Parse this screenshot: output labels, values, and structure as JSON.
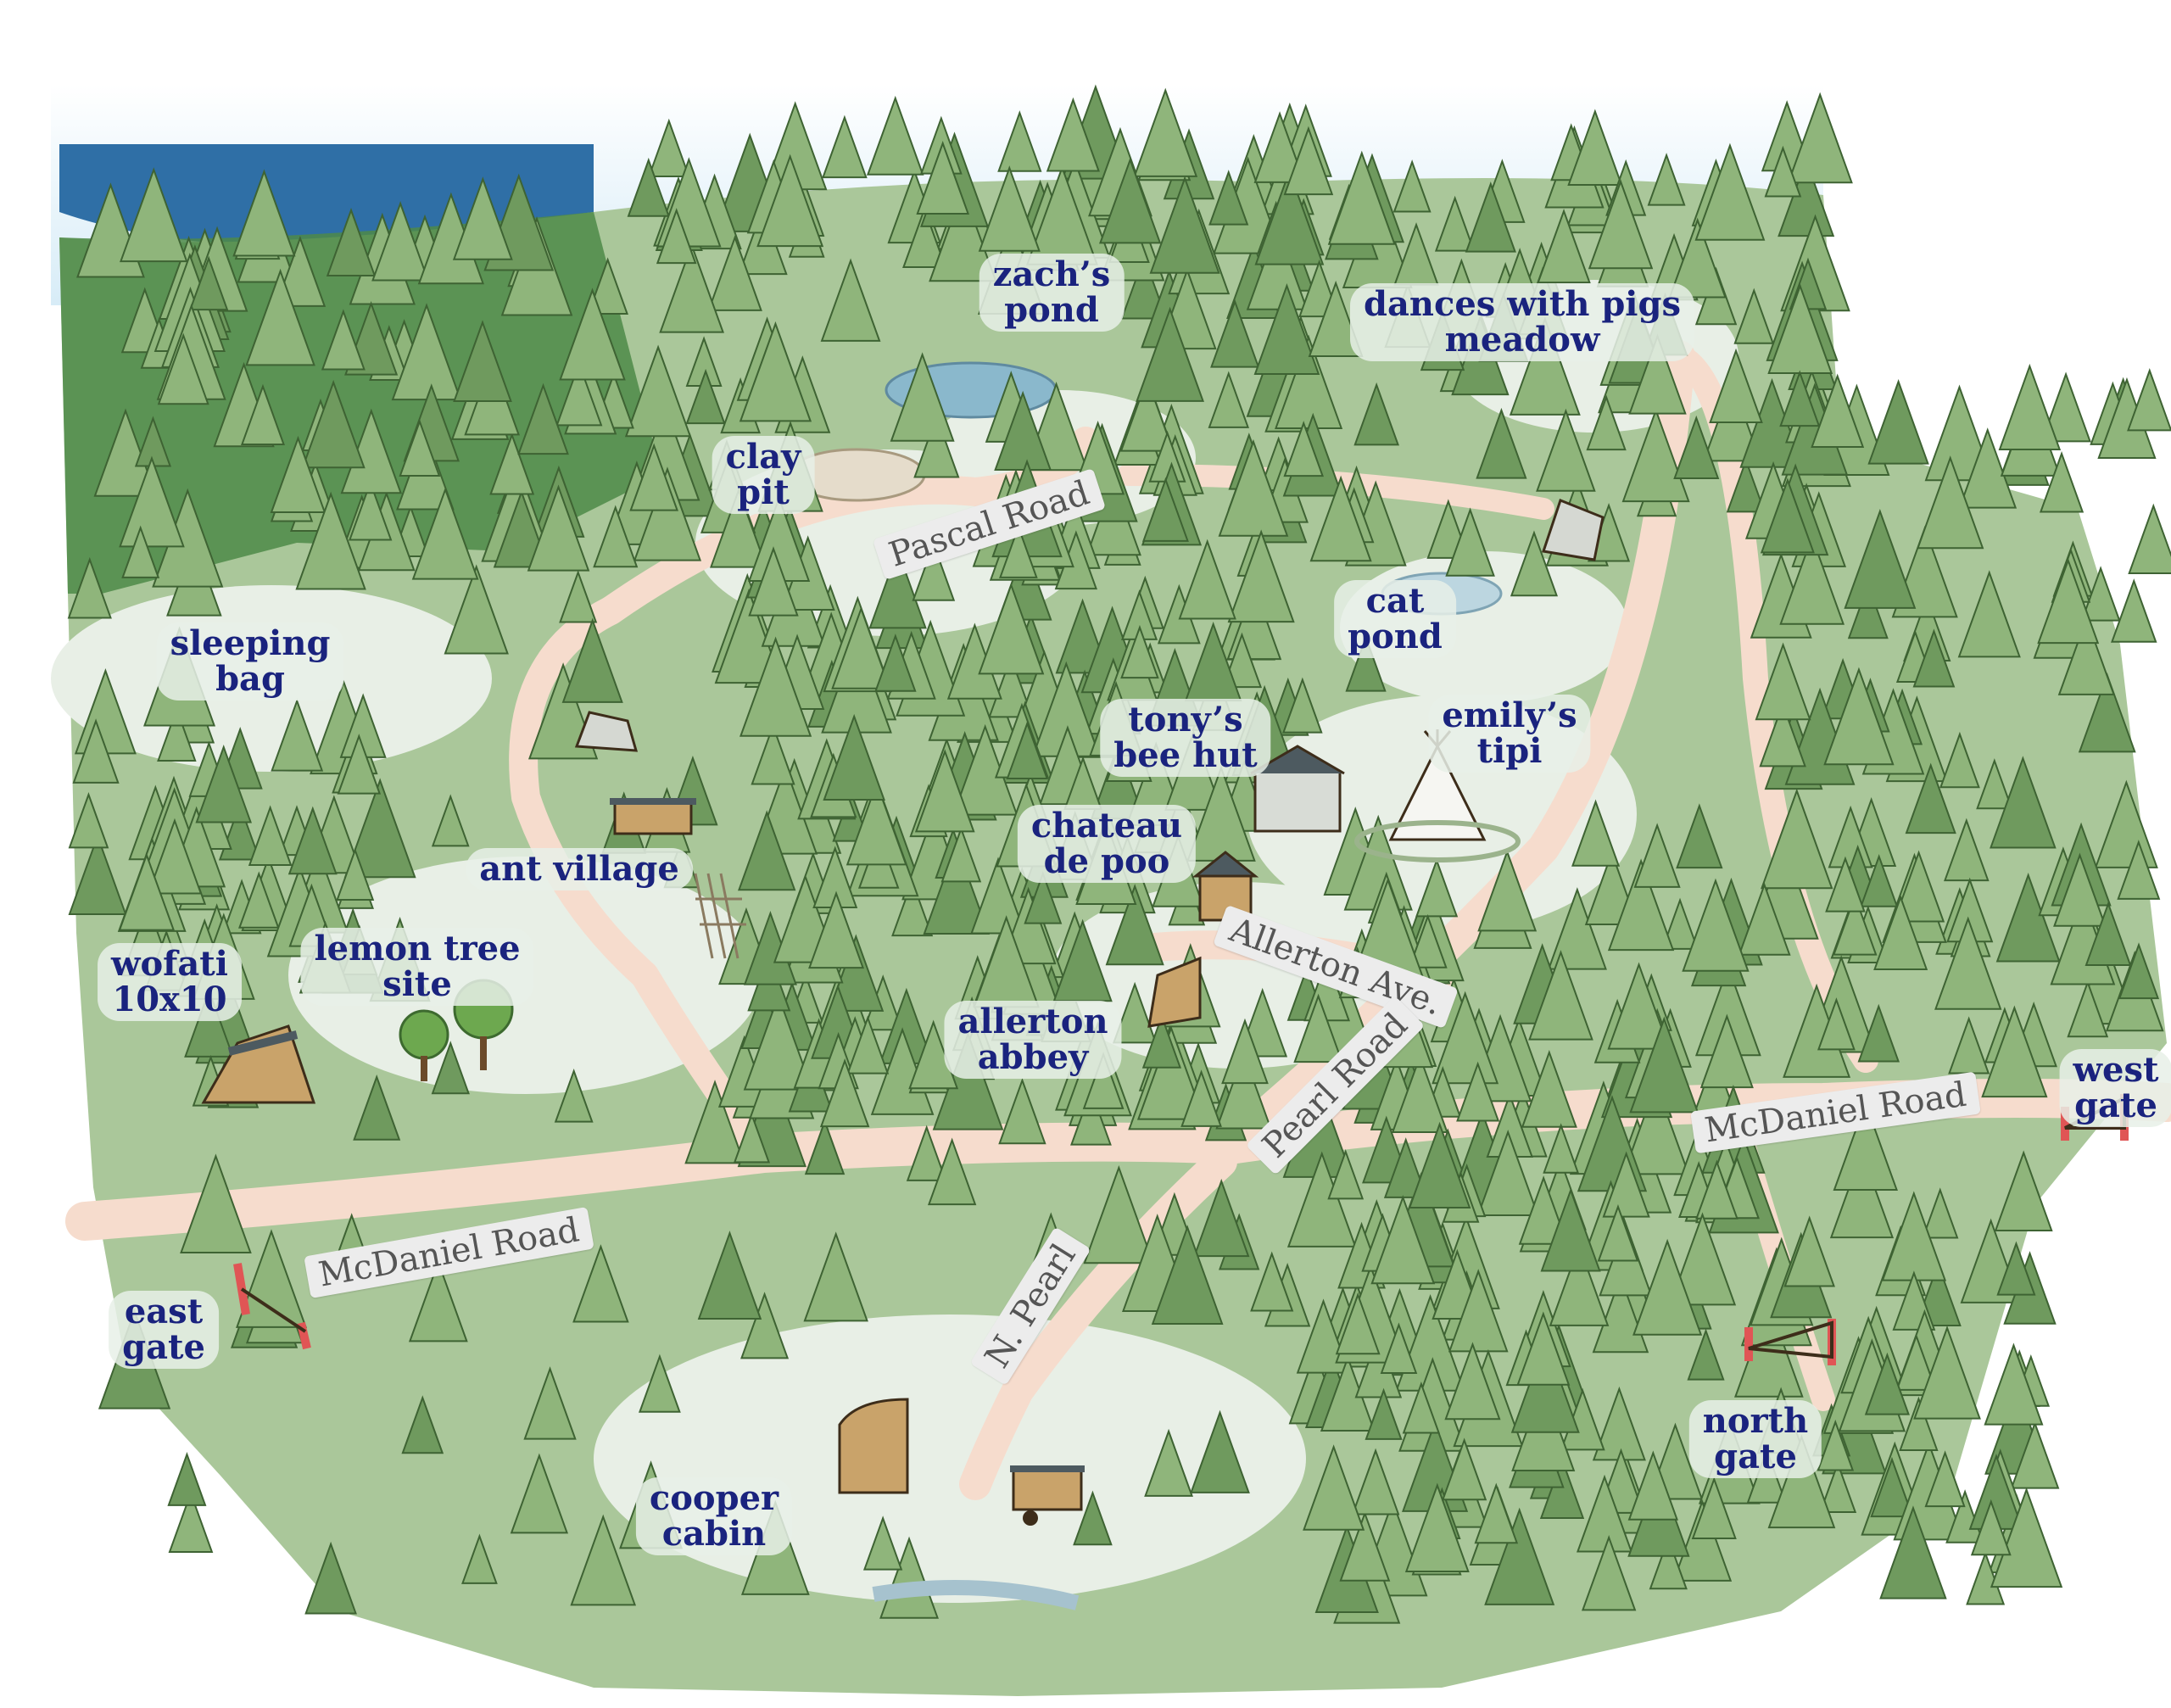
{
  "colors": {
    "sky": "#d7ecf7",
    "water": "#2f6fa6",
    "pond": "#8ab8cc",
    "hill_dark": "#4e8a48",
    "forest": "#aac79a",
    "tree": "#7fa86a",
    "tree_dark": "#4f7a43",
    "clearing": "#e8efe6",
    "road": "#f6dccd",
    "label": "#1a237e",
    "road_label": "#555555",
    "gate_post": "#e05555",
    "cabin_wood": "#c9a36a",
    "cabin_roof": "#4d5a60"
  },
  "places": {
    "zachs_pond": [
      "zach’s",
      "pond"
    ],
    "dances_with_pigs_meadow": [
      "dances with pigs",
      "meadow"
    ],
    "clay_pit": [
      "clay",
      "pit"
    ],
    "sleeping_bag": [
      "sleeping",
      "bag"
    ],
    "cat_pond": [
      "cat",
      "pond"
    ],
    "tonys_bee_hut": [
      "tony’s",
      "bee hut"
    ],
    "emilys_tipi": [
      "emily’s",
      "tipi"
    ],
    "chateau_de_poo": [
      "chateau",
      "de poo"
    ],
    "ant_village": "ant village",
    "wofati_10x10": [
      "wofati",
      "10x10"
    ],
    "lemon_tree_site": [
      "lemon tree",
      "site"
    ],
    "allerton_abbey": [
      "allerton",
      "abbey"
    ],
    "west_gate": [
      "west",
      "gate"
    ],
    "east_gate": [
      "east",
      "gate"
    ],
    "north_gate": [
      "north",
      "gate"
    ],
    "cooper_cabin": [
      "cooper",
      "cabin"
    ]
  },
  "roads": {
    "pascal_road": "Pascal Road",
    "allerton_ave": "Allerton Ave.",
    "pearl_road": "Pearl Road",
    "mcdaniel_road_east": "McDaniel Road",
    "mcdaniel_road_west": "McDaniel Road",
    "n_pearl": "N. Pearl"
  },
  "icons": {
    "pond": "pond-icon",
    "cabin": "cabin-icon",
    "tipi": "tipi-icon",
    "gate": "gate-icon",
    "tree": "conifer-tree-icon",
    "lemon_tree": "deciduous-tree-icon",
    "trailer": "trailer-icon"
  }
}
